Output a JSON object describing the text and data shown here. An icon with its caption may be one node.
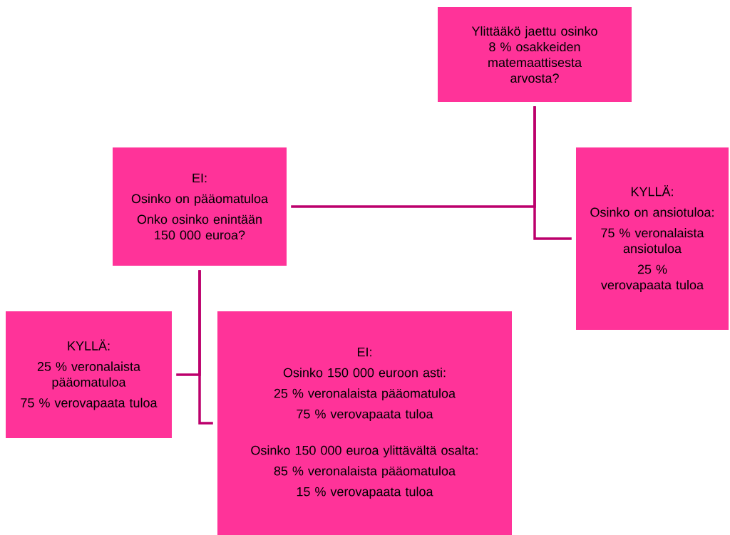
{
  "diagram": {
    "nodes": [
      {
        "text": [
          "Ylittääkö jaettu osinko 8 % osakkeiden matemaattisesta arvosta?"
        ]
      },
      {
        "text": [
          "EI:",
          "Osinko on pääomatuloa",
          "Onko osinko enintään 150 000 euroa?"
        ]
      },
      {
        "text": [
          "KYLLÄ:",
          "Osinko on ansiotuloa:",
          "75 % veronalaista ansiotuloa",
          "25 % verovapaata tuloa"
        ]
      },
      {
        "text": [
          "KYLLÄ:",
          "25 % veronalaista pääomatuloa",
          "75 % verovapaata tuloa"
        ]
      },
      {
        "text": [
          "EI:",
          "Osinko 150 000 euroon asti:",
          "25 % veronalaista pääomatuloa",
          "75 % verovapaata tuloa",
          "Osinko 150 000 euroa ylittävältä osalta:",
          "85 % veronalaista pääomatuloa",
          "15 % verovapaata tuloa"
        ]
      }
    ],
    "edges": [
      {
        "from": 0,
        "to": 1,
        "arrow": "none"
      },
      {
        "from": 0,
        "to": 2,
        "arrow": "none"
      },
      {
        "from": 1,
        "to": 3,
        "arrow": "none"
      },
      {
        "from": 1,
        "to": 4,
        "arrow": "none"
      }
    ]
  }
}
